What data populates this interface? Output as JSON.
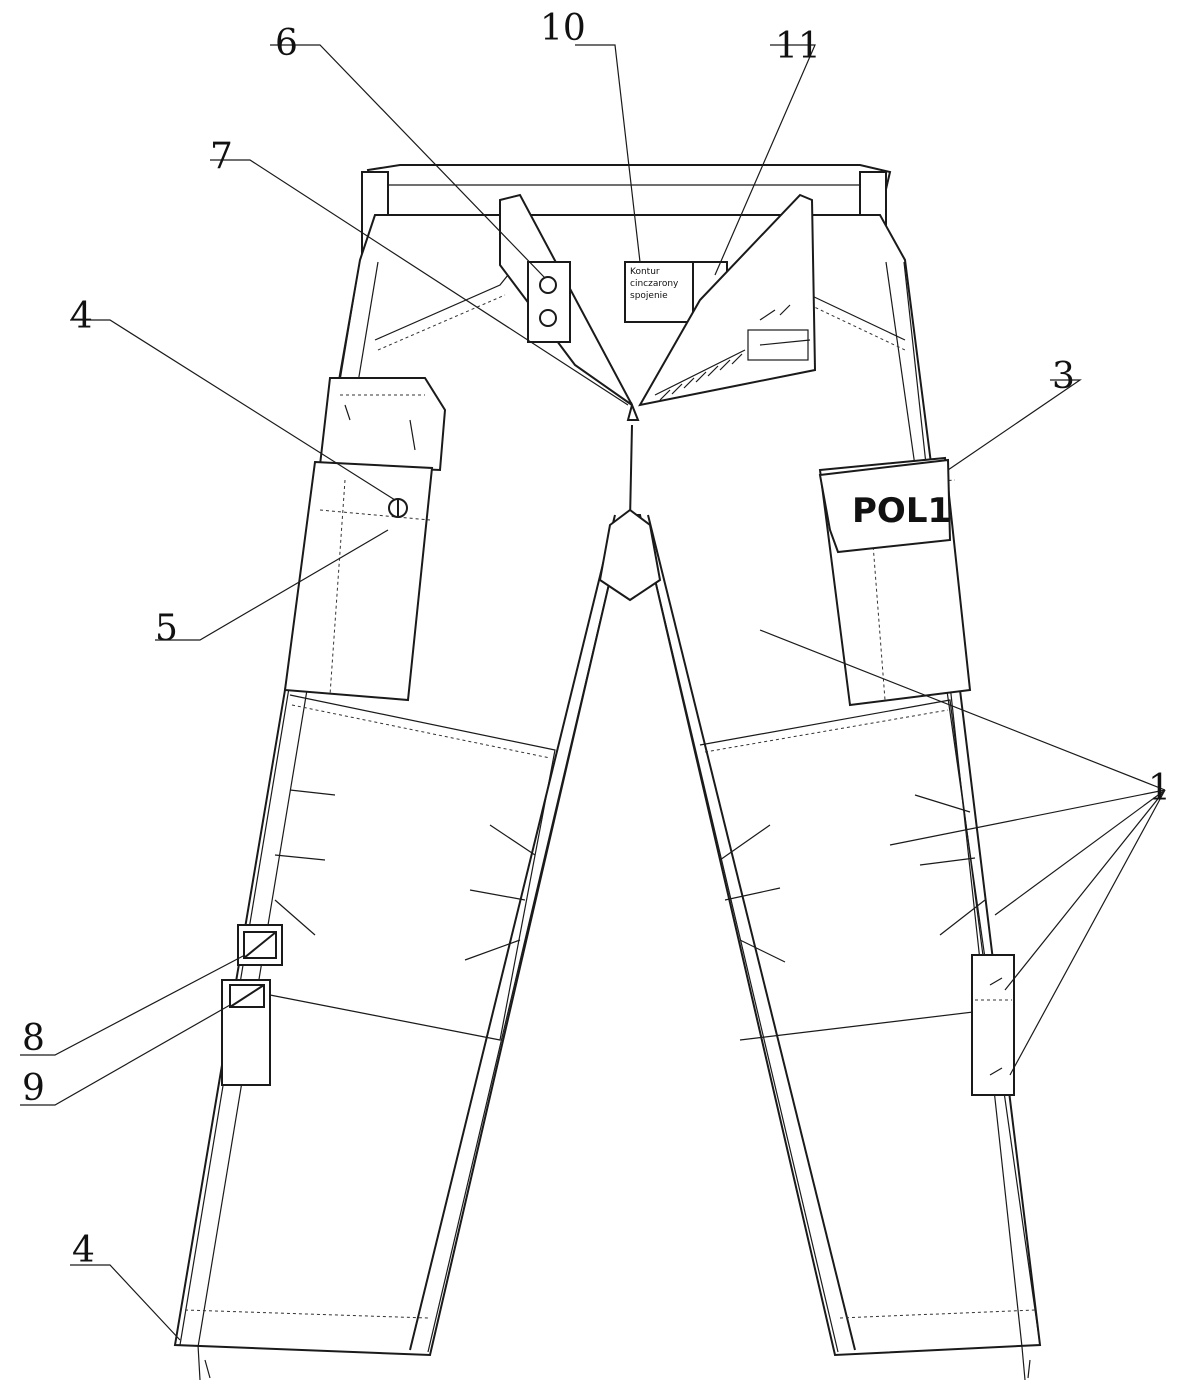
{
  "labels": {
    "c1": "1",
    "c3": "3",
    "c4a": "4",
    "c4b": "4",
    "c5": "5",
    "c6": "6",
    "c7": "7",
    "c8": "8",
    "c9": "9",
    "c10": "10",
    "c11": "11"
  },
  "patch_text": "POL1",
  "label_tag_lines": [
    "Kontur",
    "cinczarony",
    "spojenie"
  ],
  "colors": {
    "line": "#1a1a1a",
    "paper": "#ffffff"
  }
}
